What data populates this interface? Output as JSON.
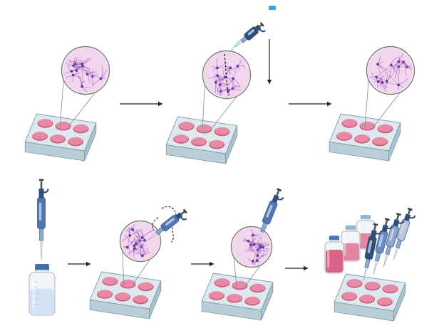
{
  "figure": {
    "colors": {
      "background": "#ffffff",
      "plate_top": "#dde9ee",
      "plate_side": "#b9cfd8",
      "plate_edge": "#7e98a5",
      "well_fill": "#e98aa4",
      "well_rim": "#c95f7f",
      "magnified_fill": "#f1d6ee",
      "cell_network": "#a45fc4",
      "cell_nucleus": "#5d3fa0",
      "pipette_dark": "#2f4f78",
      "pipette_mid": "#4f76b0",
      "pipette_light": "#8fa7cc",
      "tip_accent": "#3aa3d6",
      "arrow": "#222222",
      "media_pink": "#e07a98",
      "bottle_cap_blue": "#3d6fa8",
      "bottle_water": "#cfe0f2"
    },
    "steps": [
      {
        "name": "culture",
        "icons": [
          "well-plate-icon",
          "magnifier-icon",
          "neuron-network-icon"
        ]
      },
      {
        "name": "scratch-with-tip",
        "icons": [
          "well-plate-icon",
          "magnifier-icon",
          "micropipette-icon",
          "down-arrow-icon"
        ]
      },
      {
        "name": "regrowth",
        "icons": [
          "well-plate-icon",
          "magnifier-icon",
          "neuron-network-icon"
        ]
      },
      {
        "name": "reagent-prep",
        "icons": [
          "micropipette-icon",
          "reagent-bottle-icon"
        ]
      },
      {
        "name": "local-delivery",
        "icons": [
          "well-plate-icon",
          "magnifier-icon",
          "micropipette-icon",
          "dashed-path-icon"
        ]
      },
      {
        "name": "pipette-into-well",
        "icons": [
          "well-plate-icon",
          "magnifier-icon",
          "micropipette-icon"
        ]
      },
      {
        "name": "media-exchange",
        "icons": [
          "well-plate-icon",
          "media-bottle-icon",
          "multi-pipette-icon"
        ]
      }
    ]
  }
}
